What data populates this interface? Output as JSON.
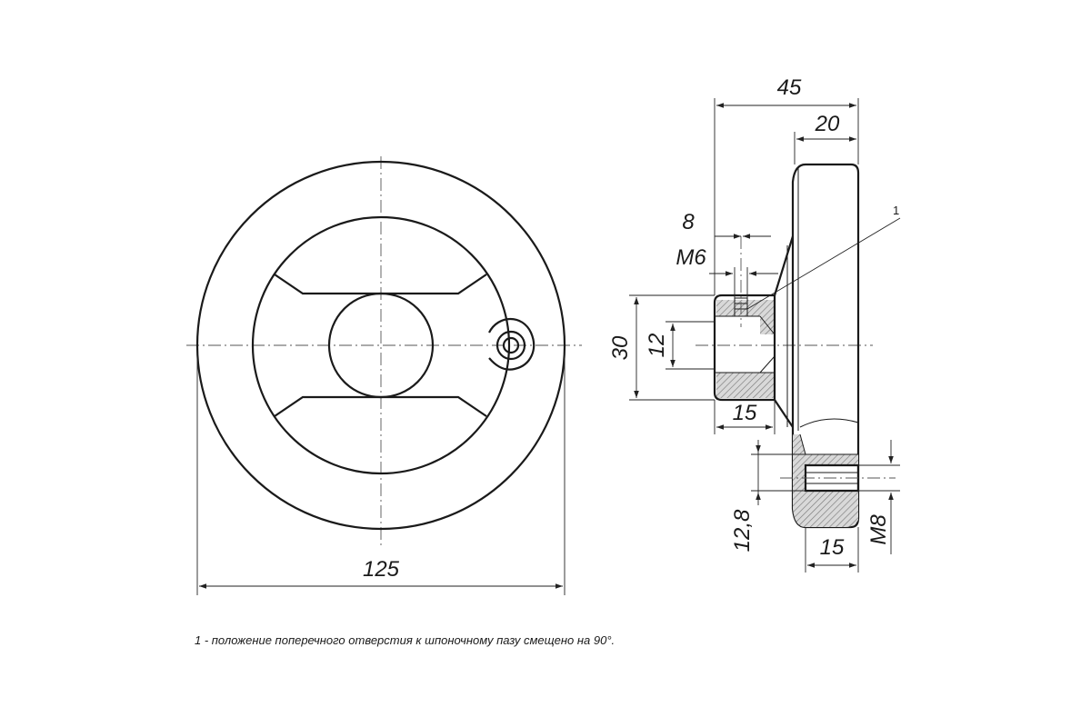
{
  "drawing": {
    "front_view": {
      "outer_diameter_label": "125"
    },
    "side_view": {
      "overall_length_label": "45",
      "rim_width_label": "20",
      "set_screw_offset_label": "8",
      "set_screw_thread_label": "М6",
      "hub_diameter_label": "30",
      "bore_diameter_label": "12",
      "hub_length_label": "15",
      "callout_number": "1"
    },
    "handle_section": {
      "depth_label": "15",
      "thread_label": "М8",
      "diameter_label": "12,8"
    },
    "footnote": "1 - положение поперечного отверстия к шпоночному пазу смещено на 90°."
  }
}
